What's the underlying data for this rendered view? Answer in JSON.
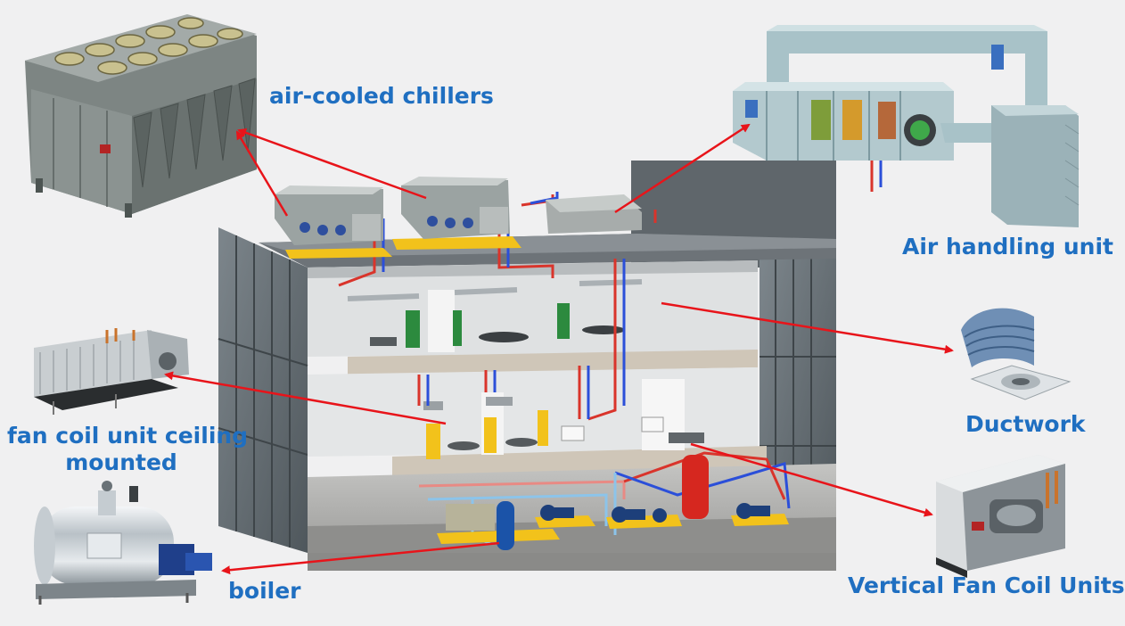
{
  "labels": {
    "air_cooled_chillers": "air-cooled chillers",
    "air_handling_unit": "Air handling unit",
    "ductwork": "Ductwork",
    "fan_coil_ceiling_line1": "fan coil unit ceiling",
    "fan_coil_ceiling_line2": "mounted",
    "boiler": "boiler",
    "vertical_fan_coil_units": "Vertical Fan Coil Units"
  },
  "colors": {
    "label_text": "#1f6fc1",
    "arrow": "#e8141a",
    "background": "#f0f0f1",
    "hot_pipe": "#d9342b",
    "cold_pipe": "#2b4fd9",
    "chilled_pipe": "#8cc4ea",
    "pad_yellow": "#f2c21b"
  }
}
